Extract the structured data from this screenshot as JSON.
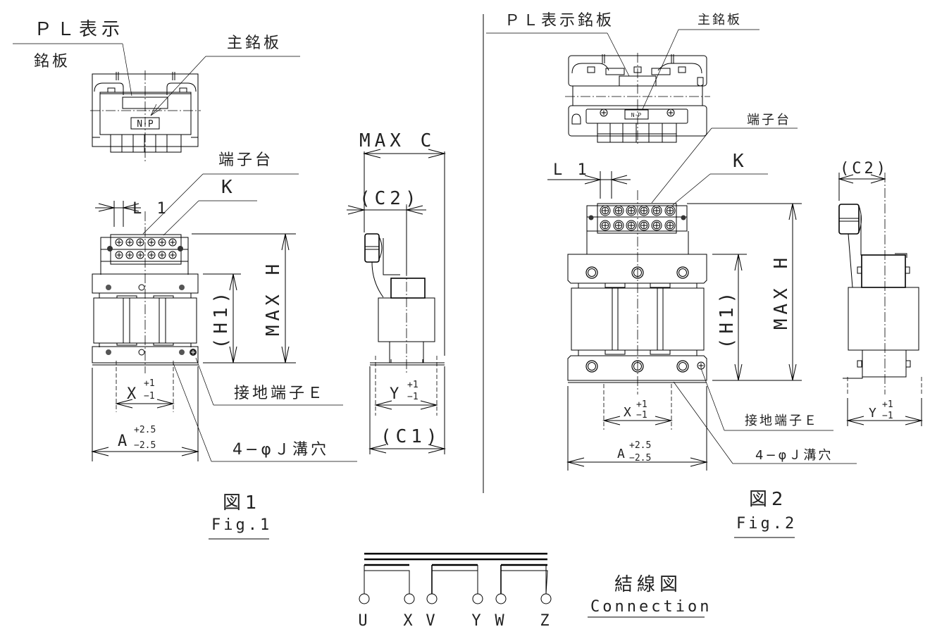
{
  "fig1": {
    "labels": {
      "pl_nameplate_line1": "ＰＬ表示",
      "pl_nameplate_line2": "銘板",
      "main_nameplate": "主銘板",
      "terminal_block": "端子台",
      "k": "K",
      "l1": "L 1",
      "np_plate": "N·P",
      "max_h": "MAX H",
      "h1": "(H1)",
      "ground_terminal": "接地端子Ｅ",
      "x_base": "X",
      "x_tol_plus": "+1",
      "x_tol_minus": "−1",
      "a_base": "A",
      "a_tol_plus": "+2.5",
      "a_tol_minus": "−2.5",
      "slot_holes": "4−φＪ溝穴",
      "max_c": "MAX C",
      "c2": "(C2)",
      "y_base": "Y",
      "y_tol_plus": "+1",
      "y_tol_minus": "−1",
      "c1": "(C1)"
    },
    "caption_jp": "図1",
    "caption_en": "Fig.1"
  },
  "fig2": {
    "labels": {
      "pl_nameplate": "ＰＬ表示銘板",
      "main_nameplate": "主銘板",
      "terminal_block": "端子台",
      "k": "K",
      "l1": "L 1",
      "np_plate": "N·P",
      "max_h": "MAX H",
      "h1": "(H1)",
      "ground_terminal": "接地端子Ｅ",
      "x_base": "X",
      "x_tol_plus": "+1",
      "x_tol_minus": "−1",
      "a_base": "A",
      "a_tol_plus": "+2.5",
      "a_tol_minus": "−2.5",
      "slot_holes": "4−φＪ溝穴",
      "c2": "(C2)",
      "y_base": "Y",
      "y_tol_plus": "+1",
      "y_tol_minus": "−1"
    },
    "caption_jp": "図2",
    "caption_en": "Fig.2"
  },
  "connection": {
    "title_jp": "結線図",
    "title_en": "Connection",
    "terminals": [
      "U",
      "X",
      "V",
      "Y",
      "W",
      "Z"
    ]
  }
}
